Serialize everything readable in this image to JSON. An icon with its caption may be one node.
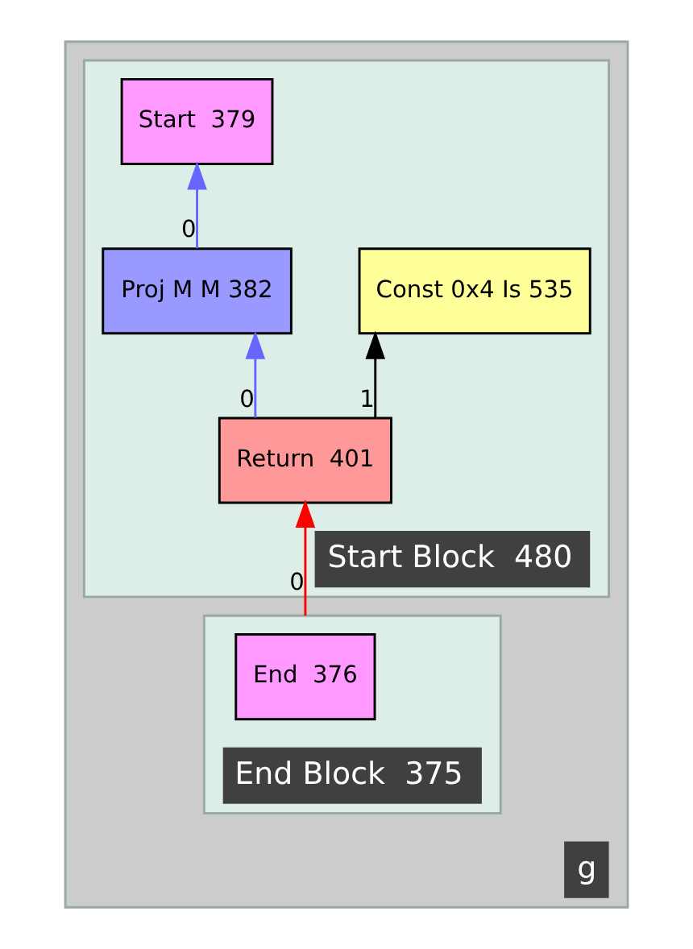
{
  "diagram": {
    "nodes": [
      {
        "text": [
          "g"
        ]
      },
      {
        "text": [
          "Start Block  480"
        ],
        "in": 0
      },
      {
        "text": [
          "Start  379"
        ],
        "in": 1
      },
      {
        "text": [
          "Proj M M 382"
        ],
        "in": 1
      },
      {
        "text": [
          "Const 0x4 Is 535"
        ],
        "in": 1
      },
      {
        "text": [
          "Return  401"
        ],
        "in": 1
      },
      {
        "text": [
          "End Block  375"
        ],
        "in": 0
      },
      {
        "text": [
          "End  376"
        ],
        "in": 6
      }
    ],
    "edges": [
      {
        "from": 3,
        "to": 2,
        "arrow": "to",
        "label": "0",
        "color": "#6666ff"
      },
      {
        "from": 5,
        "to": 3,
        "arrow": "to",
        "label": "0",
        "color": "#6666ff"
      },
      {
        "from": 5,
        "to": 4,
        "arrow": "to",
        "label": "1",
        "color": "#000000"
      },
      {
        "from": 6,
        "to": 5,
        "arrow": "to",
        "label": "0",
        "color": "#ff0000"
      }
    ]
  }
}
